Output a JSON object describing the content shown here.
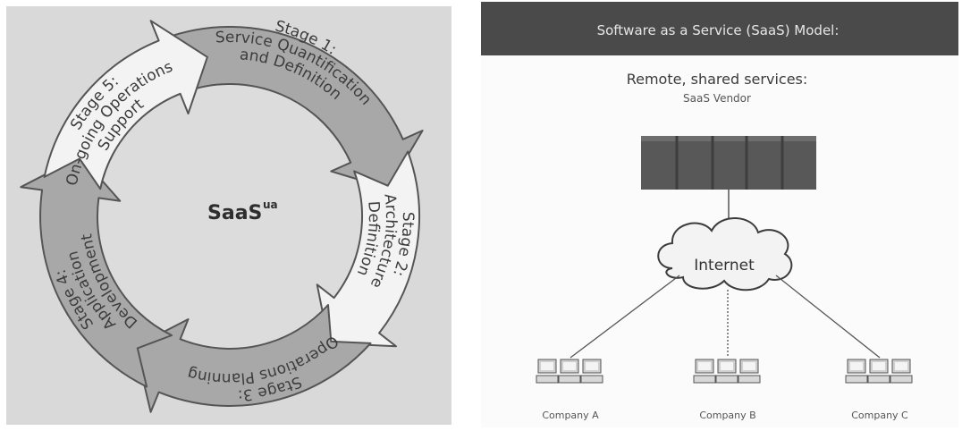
{
  "cycle": {
    "center_label": "SaaS",
    "center_superscript": "ua",
    "stages": [
      {
        "lines": [
          "Stage 1:",
          "Service Quantification",
          "and Definition"
        ]
      },
      {
        "lines": [
          "Stage 2:",
          "Architecture",
          "Definition"
        ]
      },
      {
        "lines": [
          "Stage 3:",
          "Operations Planning"
        ]
      },
      {
        "lines": [
          "Stage 4:",
          "Application",
          "Development"
        ]
      },
      {
        "lines": [
          "Stage 5:",
          "On-going Operations",
          "Support"
        ]
      }
    ],
    "colors": {
      "background": "#d9d9d9",
      "dark_arrow": "#a8a8a8",
      "light_arrow": "#f3f3f3",
      "outline": "#555555"
    }
  },
  "saas_model": {
    "header": "Software as a Service (SaaS) Model:",
    "subtitle": "Remote, shared services:",
    "vendor_label": "SaaS Vendor",
    "cloud_label": "Internet",
    "companies": [
      "Company A",
      "Company B",
      "Company C"
    ],
    "colors": {
      "header_bg": "#4a4a4a",
      "header_text": "#e6e6e6",
      "server": "#5a5a5a"
    }
  }
}
